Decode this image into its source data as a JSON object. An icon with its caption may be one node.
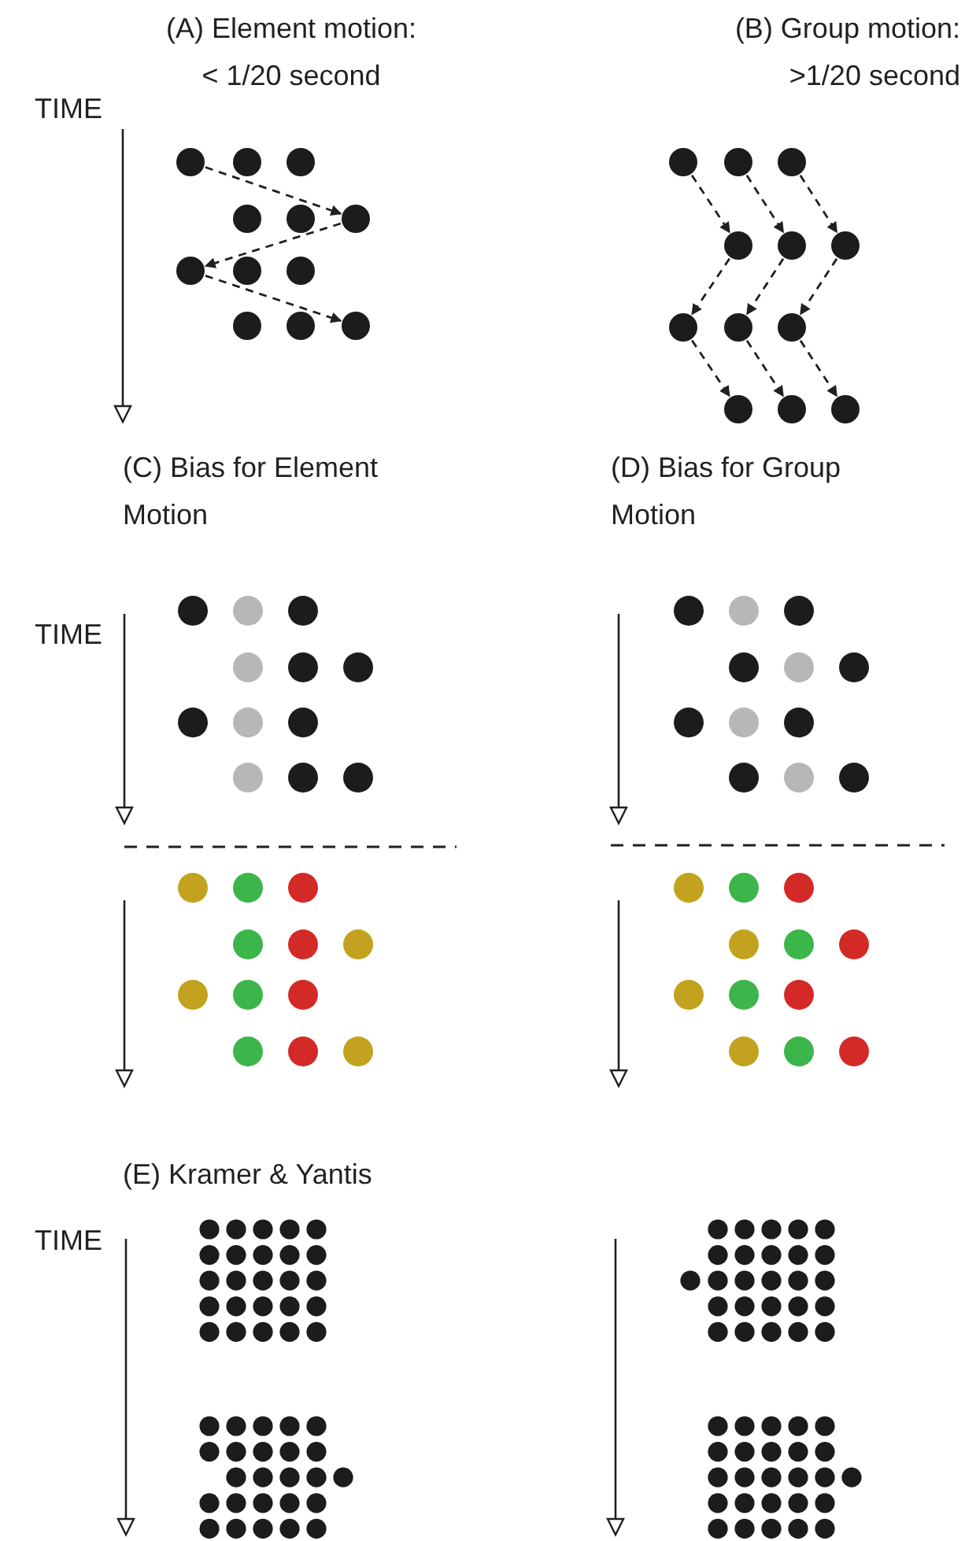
{
  "diagram": {
    "nodes": [
      {
        "text": [],
        "shape": "circle"
      },
      {
        "text": [],
        "shape": "circle"
      },
      {
        "text": [],
        "shape": "circle"
      },
      {
        "text": [],
        "shape": "circle"
      },
      {
        "text": [],
        "shape": "circle"
      },
      {
        "text": [],
        "shape": "circle"
      },
      {
        "text": [],
        "shape": "circle"
      },
      {
        "text": [],
        "shape": "circle"
      },
      {
        "text": [],
        "shape": "circle"
      },
      {
        "text": [],
        "shape": "circle"
      },
      {
        "text": [],
        "shape": "circle"
      },
      {
        "text": [],
        "shape": "circle"
      },
      {
        "text": [],
        "shape": "circle"
      },
      {
        "text": [],
        "shape": "circle"
      },
      {
        "text": [],
        "shape": "circle"
      },
      {
        "text": [],
        "shape": "circle"
      },
      {
        "text": [],
        "shape": "circle"
      },
      {
        "text": [],
        "shape": "circle"
      },
      {
        "text": [],
        "shape": "circle"
      },
      {
        "text": [],
        "shape": "circle"
      },
      {
        "text": [],
        "shape": "circle"
      },
      {
        "text": [],
        "shape": "circle"
      },
      {
        "text": [],
        "shape": "circle"
      },
      {
        "text": [],
        "shape": "circle"
      }
    ],
    "edges": [
      {
        "from": 0,
        "to": 5,
        "arrow": "to",
        "style": "dashed"
      },
      {
        "from": 5,
        "to": 6,
        "arrow": "to",
        "style": "dashed"
      },
      {
        "from": 6,
        "to": 11,
        "arrow": "to",
        "style": "dashed"
      },
      {
        "from": 12,
        "to": 15,
        "arrow": "to",
        "style": "dashed"
      },
      {
        "from": 13,
        "to": 16,
        "arrow": "to",
        "style": "dashed"
      },
      {
        "from": 14,
        "to": 17,
        "arrow": "to",
        "style": "dashed"
      },
      {
        "from": 15,
        "to": 18,
        "arrow": "to",
        "style": "dashed"
      },
      {
        "from": 16,
        "to": 19,
        "arrow": "to",
        "style": "dashed"
      },
      {
        "from": 17,
        "to": 20,
        "arrow": "to",
        "style": "dashed"
      },
      {
        "from": 18,
        "to": 21,
        "arrow": "to",
        "style": "dashed"
      },
      {
        "from": 19,
        "to": 22,
        "arrow": "to",
        "style": "dashed"
      },
      {
        "from": 20,
        "to": 23,
        "arrow": "to",
        "style": "dashed"
      }
    ],
    "labels": [
      "(A) Element motion: < 1/20 second",
      "(B) Group motion: >1/20 second",
      "TIME",
      "(C) Bias for Element Motion",
      "(D) Bias for Group Motion",
      "TIME",
      "(E) Kramer & Yantis",
      "TIME"
    ]
  }
}
